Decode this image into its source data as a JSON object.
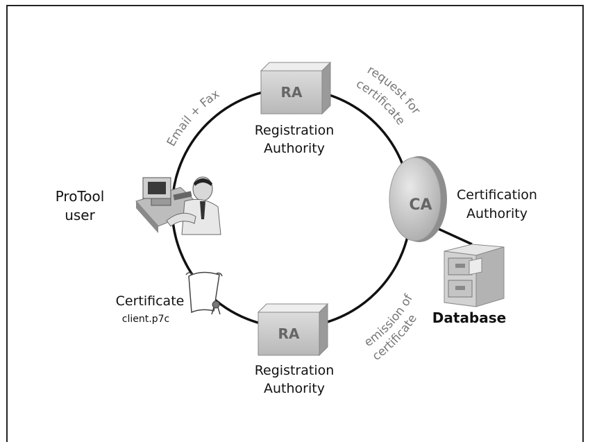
{
  "ra_top": {
    "box_text": "RA",
    "label_line1": "Registration",
    "label_line2": "Authority"
  },
  "ra_bottom": {
    "box_text": "RA",
    "label_line1": "Registration",
    "label_line2": "Authority"
  },
  "ca": {
    "disc_text": "CA",
    "label_line1": "Certification",
    "label_line2": "Authority"
  },
  "user": {
    "label_line1": "ProTool",
    "label_line2": "user"
  },
  "certificate": {
    "label": "Certificate",
    "filename": "client.p7c"
  },
  "database": {
    "label": "Database"
  },
  "arcs": {
    "email_fax": "Email + Fax",
    "request_line1": "request for",
    "request_line2": "certificate",
    "emission_line1": "emission of",
    "emission_line2": "certificate"
  }
}
